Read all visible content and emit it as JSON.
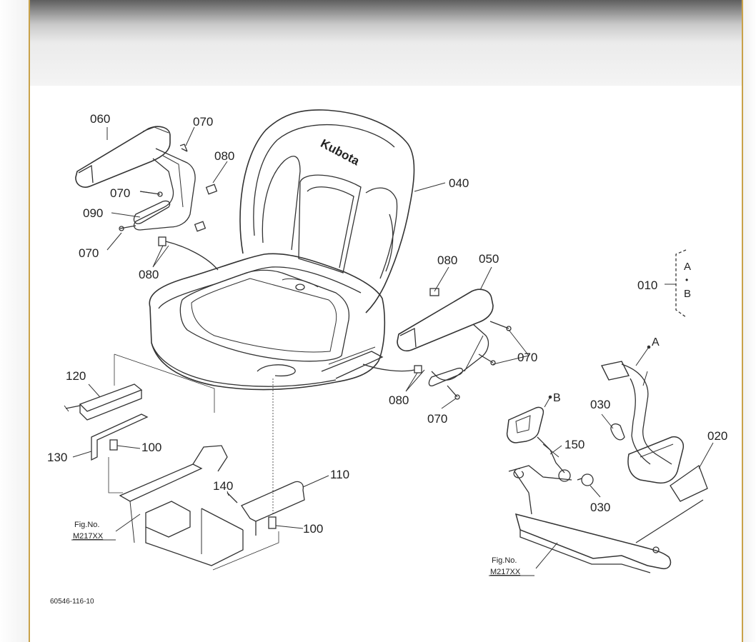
{
  "diagram": {
    "doc_code": "60546-116-10",
    "brand_mark": "Kubota",
    "fig_ref_left": {
      "line1": "Fig.No.",
      "line2": "M217XX"
    },
    "fig_ref_right": {
      "line1": "Fig.No.",
      "line2": "M217XX"
    },
    "bracket_text": {
      "a": "A",
      "dot": "•",
      "b": "B"
    },
    "labels": {
      "p060": "060",
      "p070_a": "070",
      "p080_a": "080",
      "p070_b": "070",
      "p090": "090",
      "p070_c": "070",
      "p080_b": "080",
      "p040": "040",
      "p080_c": "080",
      "p050": "050",
      "p010": "010",
      "p070_d": "070",
      "p080_d": "080",
      "p070_e": "070",
      "p120": "120",
      "p130": "130",
      "p100_a": "100",
      "p140": "140",
      "p110": "110",
      "p100_b": "100",
      "pA": "A",
      "pB": "B",
      "p030_a": "030",
      "p150": "150",
      "p020": "020",
      "p030_b": "030"
    }
  }
}
